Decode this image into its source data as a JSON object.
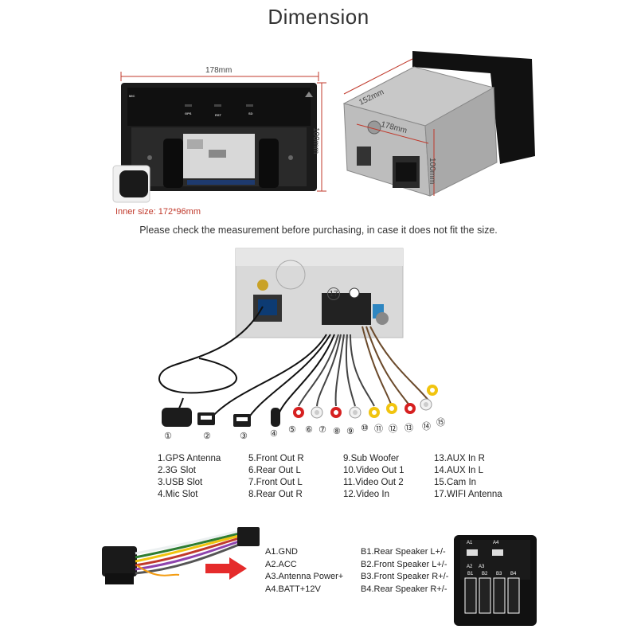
{
  "title": "Dimension",
  "dimensions": {
    "width": "178mm",
    "height": "100mm",
    "depth": "152mm",
    "side_width": "178mm",
    "side_height": "100mm",
    "inner": "Inner size: 172*96mm"
  },
  "front_labels": {
    "mic": "MIC",
    "gps": "GPS",
    "rst": "RST",
    "sd": "SD"
  },
  "notice": "Please check the measurement before purchasing, in case it does not fit the size.",
  "callout_17": "17",
  "markers": [
    "①",
    "②",
    "③",
    "④",
    "⑤",
    "⑥",
    "⑦",
    "⑧",
    "⑨",
    "⑩",
    "⑪",
    "⑫",
    "⑬",
    "⑭",
    "⑮"
  ],
  "legend": {
    "col1": [
      "1.GPS Antenna",
      "2.3G Slot",
      "3.USB Slot",
      "4.Mic Slot"
    ],
    "col2": [
      "5.Front Out R",
      "6.Rear Out L",
      "7.Front Out L",
      "8.Rear Out R"
    ],
    "col3": [
      "9.Sub Woofer",
      "10.Video Out 1",
      "11.Video Out 2",
      "12.Video In"
    ],
    "col4": [
      "13.AUX In R",
      "14.AUX In L",
      "15.Cam In",
      "17.WIFI Antenna"
    ]
  },
  "harness_a": [
    "A1.GND",
    "A2.ACC",
    "A3.Antenna Power+",
    "A4.BATT+12V"
  ],
  "harness_b": [
    "B1.Rear Speaker L+/-",
    "B2.Front Speaker L+/-",
    "B3.Front Speaker R+/-",
    "B4.Rear Speaker R+/-"
  ],
  "connector_pins": {
    "top": [
      "A1",
      "A4"
    ],
    "mid": [
      "A2",
      "A3"
    ],
    "bottom": [
      "B1",
      "B2",
      "B3",
      "B4"
    ]
  },
  "colors": {
    "dim_line": "#c0392b",
    "arrow": "#e52b2b",
    "rca_red": "#d62020",
    "rca_yellow": "#f1c40f",
    "rca_white": "#f2f2f2"
  }
}
